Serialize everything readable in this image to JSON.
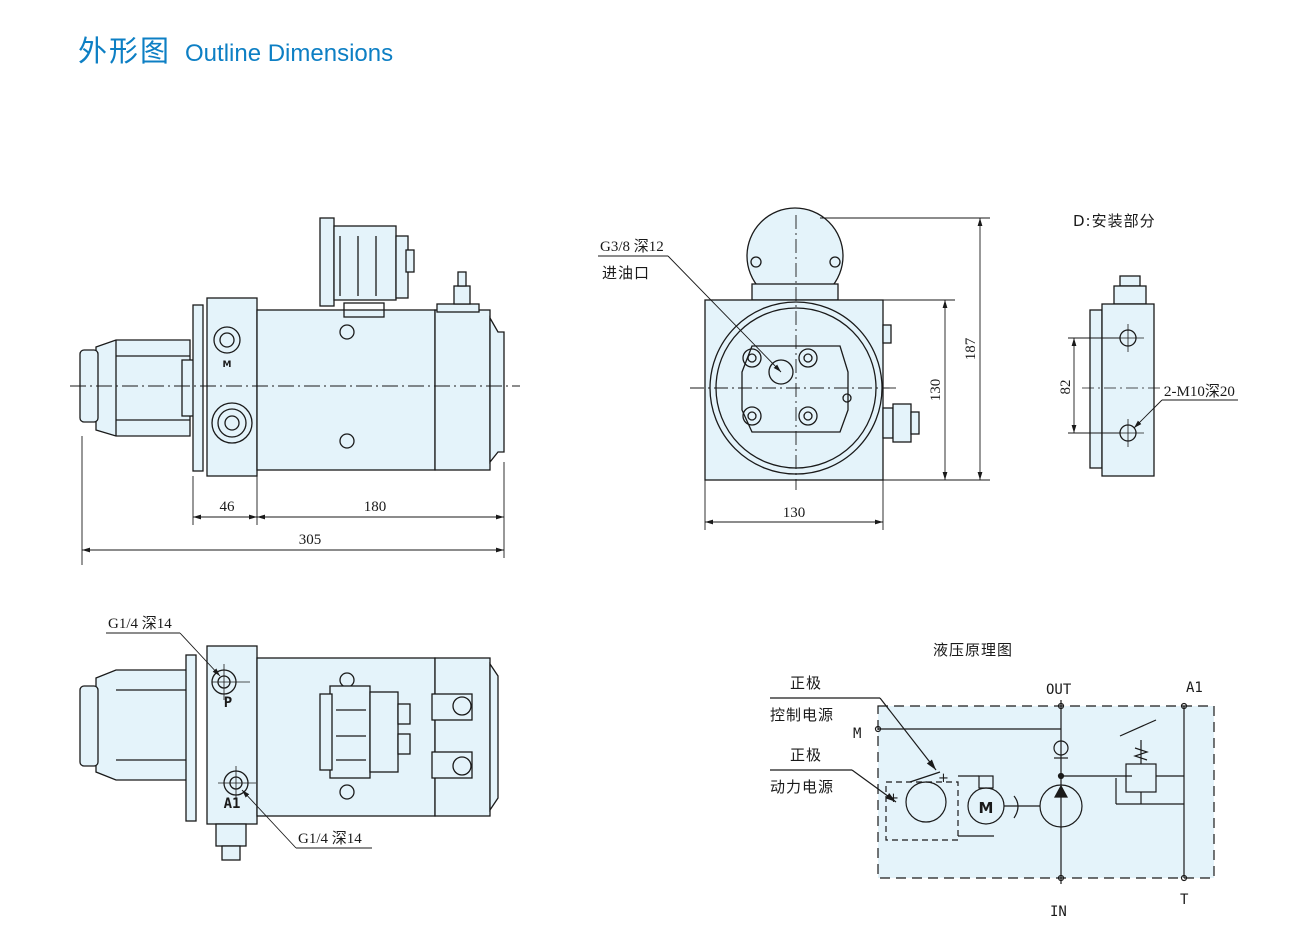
{
  "header": {
    "title_cn": "外形图",
    "title_en": "Outline Dimensions"
  },
  "colors": {
    "accent": "#0d7fc4",
    "fill": "#e4f3fa",
    "line": "#1a1a1a"
  },
  "side_view": {
    "dim_46": "46",
    "dim_180": "180",
    "dim_305": "305",
    "motor_mark": "M"
  },
  "front_view": {
    "port_label": "G3/8 深12",
    "port_desc": "进油口",
    "dim_width": "130",
    "dim_height_block": "130",
    "dim_height_total": "187"
  },
  "mount_view": {
    "title": "D:安装部分",
    "dim_82": "82",
    "holes": "2-M10深20"
  },
  "bottom_view": {
    "port_top": "G1/4 深14",
    "port_bottom": "G1/4 深14",
    "mark_p": "P",
    "mark_a1": "A1"
  },
  "schematic": {
    "title": "液压原理图",
    "label_pos1": "正极",
    "label_ctrl": "控制电源",
    "label_pos2": "正极",
    "label_power": "动力电源",
    "port_out": "OUT",
    "port_a1": "A1",
    "port_m": "M",
    "port_in": "IN",
    "port_t": "T",
    "motor_mark": "M",
    "plus": "+"
  }
}
